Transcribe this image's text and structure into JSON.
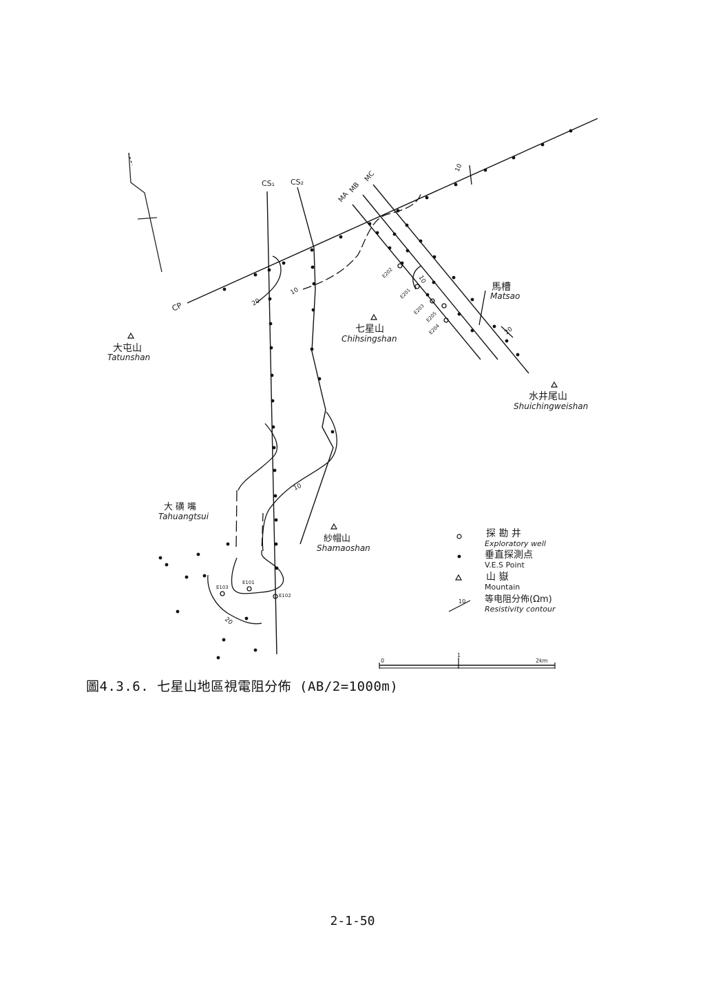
{
  "lines": {
    "cp": "CP",
    "cs1": "CS₁",
    "cs2": "CS₂",
    "ma": "MA",
    "mb": "MB",
    "mc": "MC"
  },
  "places": {
    "tatunshan_cn": "大屯山",
    "tatunshan_en": "Tatunshan",
    "chihsingshan_cn": "七星山",
    "chihsingshan_en": "Chihsingshan",
    "matsao_cn": "馬槽",
    "matsao_en": "Matsao",
    "shuiching_cn": "水井尾山",
    "shuiching_en": "Shuichingweishan",
    "tahuang_cn": "大磺嘴",
    "tahuang_en": "Tahuangtsui",
    "shamao_cn": "紗帽山",
    "shamao_en": "Shamaoshan"
  },
  "contour_values": {
    "c20_cp": "20",
    "c10_cp": "10",
    "c10_m": "10",
    "c20_m": "20",
    "c10_top": "10",
    "c10_mid": "10",
    "c20_bottom": "20"
  },
  "wells": {
    "e202": "E202",
    "e201": "E201",
    "e203": "E203",
    "e205": "E205",
    "e204": "E204",
    "e101": "E101",
    "e103": "E103",
    "e102": "E102"
  },
  "legend": {
    "well_cn": "探 勘 井",
    "well_en": "Exploratory well",
    "ves_cn": "垂直探測点",
    "ves_en": "V.E.S Point",
    "mountain_cn": "山 嶽",
    "mountain_en": "Mountain",
    "contour_cn": "等电阻分佈(Ωm)",
    "contour_en": "Resistivity contour",
    "contour_sample": "10"
  },
  "scale": {
    "zero": "0",
    "one": "1",
    "two": "2km"
  },
  "caption": "圖4.3.6. 七星山地區視電阻分佈 (AB/2=1000m)",
  "page_number": "2-1-50"
}
